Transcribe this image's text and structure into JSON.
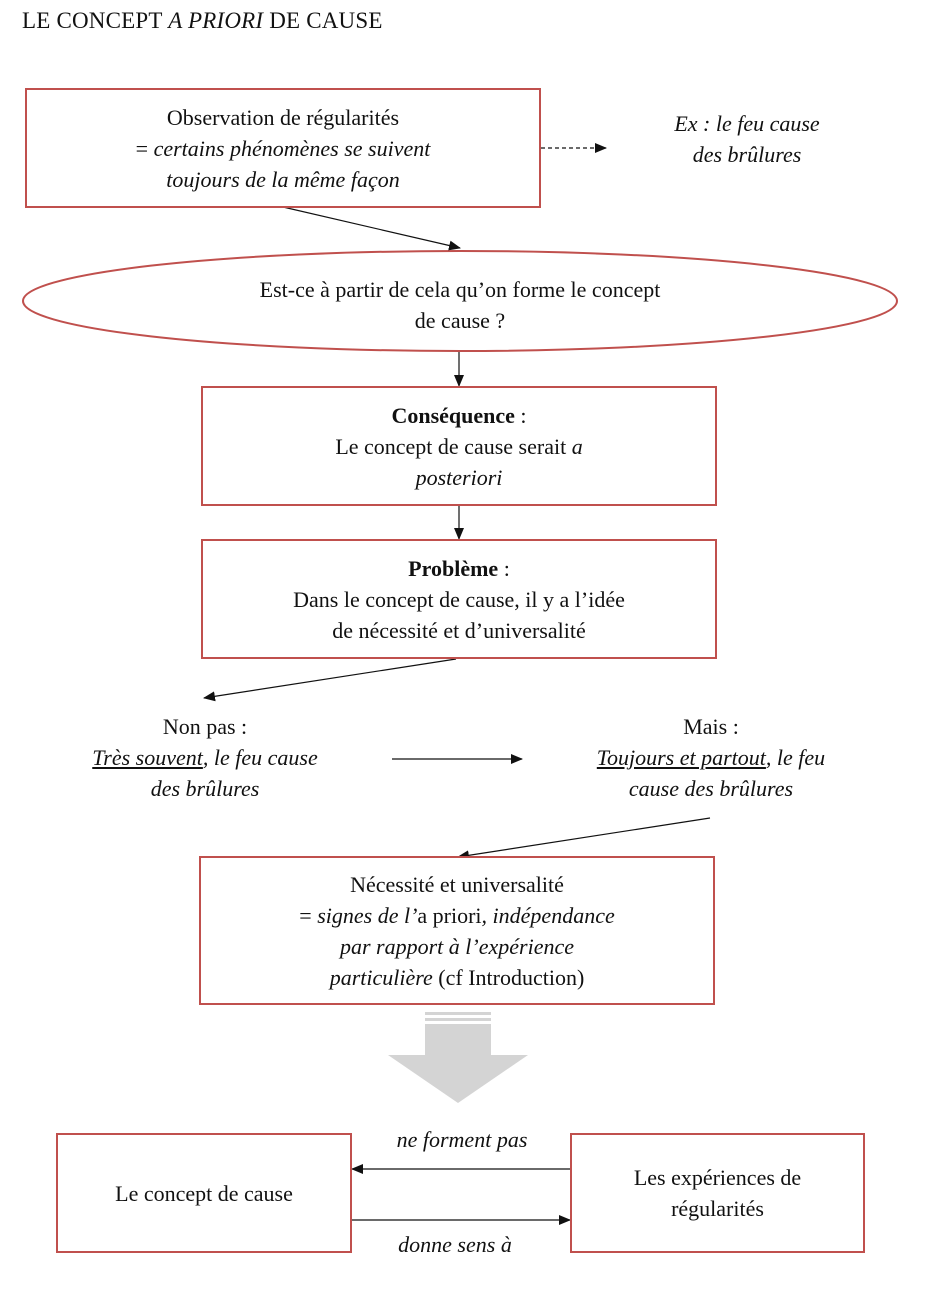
{
  "title": {
    "pre": "LE CONCEPT ",
    "italic": "A PRIORI",
    "post": " DE CAUSE"
  },
  "observation_box": {
    "heading": "Observation de régularités",
    "line2_prefix": "= ",
    "line2_italic": "certains phénomènes se suivent",
    "line3_italic": "toujours de la même façon"
  },
  "example": {
    "line1": "Ex : le feu cause",
    "line2": "des brûlures"
  },
  "question_ellipse": {
    "line1": "Est-ce à partir de cela qu’on forme le concept",
    "line2": "de cause ?"
  },
  "consequence_box": {
    "heading_bold": "Conséquence",
    "heading_suffix": " :",
    "line2_prefix": "Le concept de cause serait ",
    "line2_italic": "a",
    "line3_italic": "posteriori"
  },
  "probleme_box": {
    "heading_bold": "Problème",
    "heading_suffix": " :",
    "line2": "Dans le concept de cause, il y a l’idée",
    "line3": "de nécessité et d’universalité"
  },
  "non_pas": {
    "heading": "Non pas :",
    "line2_underlined": "Très souvent",
    "line2_rest": ", le feu cause",
    "line3": "des brûlures"
  },
  "mais": {
    "heading": "Mais :",
    "line2_underlined": "Toujours et partout",
    "line2_rest": ", le feu",
    "line3": "cause des brûlures"
  },
  "necessite_box": {
    "line1": "Nécessité et universalité",
    "line2_prefix": "= ",
    "line2_italic_a": "signes de l’",
    "line2_plain": "a priori",
    "line2_italic_b": ", indépendance",
    "line3_italic": "par rapport à l’expérience",
    "line4_italic": "particulière",
    "line4_plain": " (cf Introduction)"
  },
  "concept_box": {
    "label": "Le concept de cause"
  },
  "experiences_box": {
    "line1": "Les expériences de",
    "line2": "régularités"
  },
  "arrow_labels": {
    "top": "ne forment pas",
    "bottom": "donne sens à"
  },
  "colors": {
    "box_border": "#c0504d",
    "text": "#111111",
    "big_arrow": "#d4d4d4"
  }
}
